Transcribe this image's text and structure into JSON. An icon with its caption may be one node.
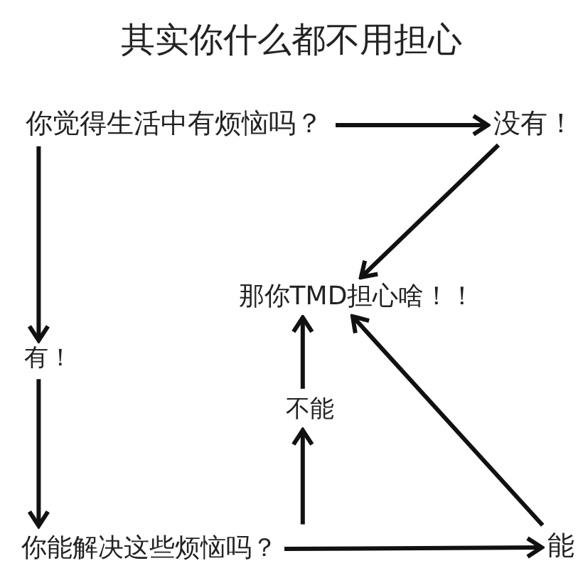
{
  "diagram": {
    "title": "其实你什么都不用担心",
    "nodes": [
      {
        "text": [
          "你觉得生活中有烦恼吗？"
        ]
      },
      {
        "text": [
          "没有！"
        ]
      },
      {
        "text": [
          "那你TMD担心啥！！"
        ]
      },
      {
        "text": [
          "有！"
        ]
      },
      {
        "text": [
          "不能"
        ]
      },
      {
        "text": [
          "你能解决这些烦恼吗？"
        ]
      },
      {
        "text": [
          "能"
        ]
      }
    ],
    "edges": [
      {
        "from": 0,
        "to": 1,
        "arrow": "to"
      },
      {
        "from": 1,
        "to": 2,
        "arrow": "to"
      },
      {
        "from": 0,
        "to": 3,
        "arrow": "to"
      },
      {
        "from": 3,
        "to": 5,
        "arrow": "to"
      },
      {
        "from": 5,
        "to": 6,
        "arrow": "to"
      },
      {
        "from": 5,
        "to": 4,
        "arrow": "to"
      },
      {
        "from": 4,
        "to": 2,
        "arrow": "to"
      },
      {
        "from": 6,
        "to": 2,
        "arrow": "to"
      }
    ]
  }
}
